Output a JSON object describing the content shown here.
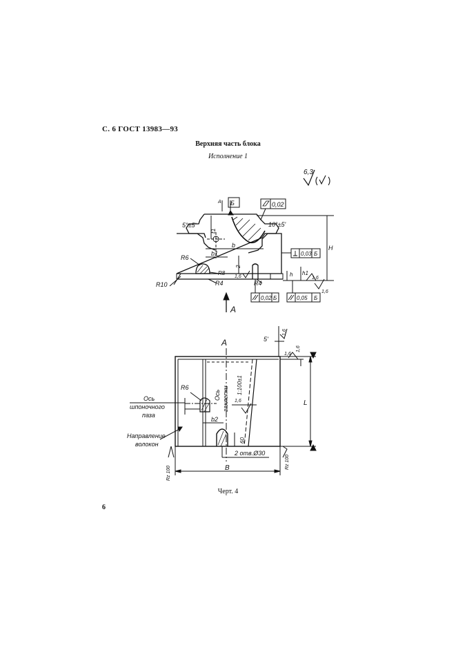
{
  "header": "С. 6 ГОСТ 13983—93",
  "title": "Верхняя часть блока",
  "subtitle": "Исполнение 1",
  "surface_mark": "6,3",
  "top_view": {
    "arrow_mark": "А",
    "flatness": "0,02",
    "datum": "Б",
    "angle_left": "5°±5'",
    "angle_right": "10°±5'",
    "dim_b": "b",
    "dim_b1": "b1",
    "dim_t1": "t1",
    "dim_H": "H",
    "dim_h": "h",
    "dim_h1": "h1",
    "dim_2": "2",
    "r6": "R6",
    "r8": "R8",
    "r4_left": "R4",
    "r4_right": "R4",
    "r10": "R10",
    "small_16_left": "1,6",
    "small_16_right": "1,6",
    "small_16_bottom": "1,6",
    "perp_tol": "0,03",
    "perp_datum": "Б",
    "par_tol_1": "0,02",
    "par_datum_1": "Б",
    "par_tol_2": "0,05",
    "par_datum_2": "Б",
    "view_label": "A"
  },
  "side_view": {
    "view_label": "А",
    "angle_5": "5'",
    "rough_16_a": "1,6",
    "rough_16_b": "1,6",
    "rough_16_c": "1,6",
    "rough_16_d": "1,6",
    "dim_L": "L",
    "dim_B": "B",
    "dim_b2": "b2",
    "r6": "R6",
    "axis_line1": "Ось",
    "axis_line2": "шпоночного",
    "axis_line3": "паза",
    "fiber_line1": "Направление",
    "fiber_line2": "волокон",
    "holes_axis_1": "Ось",
    "holes_axis_2": "заклепки",
    "holes_tol": "1:100±1",
    "holes_note": "2 отв.Ø30",
    "dim_60": "60",
    "rz_left": "Rz 100",
    "rz_right": "Rz 100"
  },
  "caption": "Черт. 4",
  "page_number": "6"
}
